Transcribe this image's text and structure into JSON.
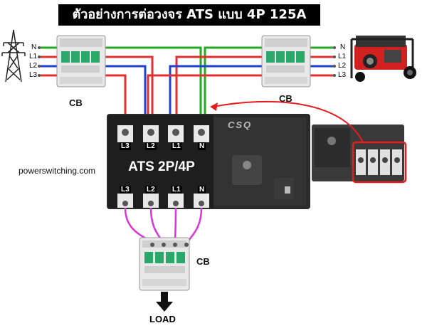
{
  "title": "ตัวอย่างการต่อวงจร ATS แบบ 4P 125A",
  "website": "powerswitching.com",
  "ats": {
    "brand": "CSQ",
    "model_label": "ATS 2P/4P",
    "top_terminals": [
      "L3",
      "L2",
      "L1",
      "N"
    ],
    "bottom_terminals": [
      "L3",
      "L2",
      "L1",
      "N"
    ]
  },
  "left_source": {
    "lines": [
      "N",
      "L1",
      "L2",
      "L3"
    ],
    "cb_label": "CB",
    "icon": "transmission-tower-icon"
  },
  "right_source": {
    "lines": [
      "N",
      "L1",
      "L2",
      "L3"
    ],
    "cb_label": "CB",
    "icon": "generator-icon"
  },
  "output": {
    "cb_label": "CB",
    "load_label": "LOAD",
    "icon": "arrow-down-icon"
  },
  "colors": {
    "N": "#22aa22",
    "L1": "#e03030",
    "L2": "#2040d0",
    "L3": "#e03030",
    "load_wire": "#dd33dd",
    "highlight": "#e02020"
  }
}
